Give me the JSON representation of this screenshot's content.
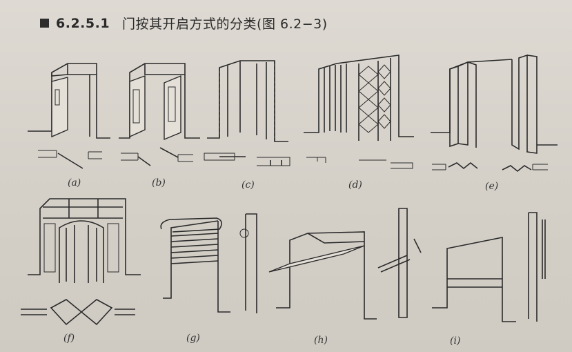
{
  "heading": {
    "section_number": "6.2.5.1",
    "title": "门按其开启方式的分类(图 6.2−3)"
  },
  "figures": [
    {
      "id": "a",
      "caption": "(a)"
    },
    {
      "id": "b",
      "caption": "(b)"
    },
    {
      "id": "c",
      "caption": "(c)"
    },
    {
      "id": "d",
      "caption": "(d)"
    },
    {
      "id": "e",
      "caption": "(e)"
    },
    {
      "id": "f",
      "caption": "(f)"
    },
    {
      "id": "g",
      "caption": "(g)"
    },
    {
      "id": "h",
      "caption": "(h)"
    },
    {
      "id": "i",
      "caption": "(i)"
    }
  ]
}
